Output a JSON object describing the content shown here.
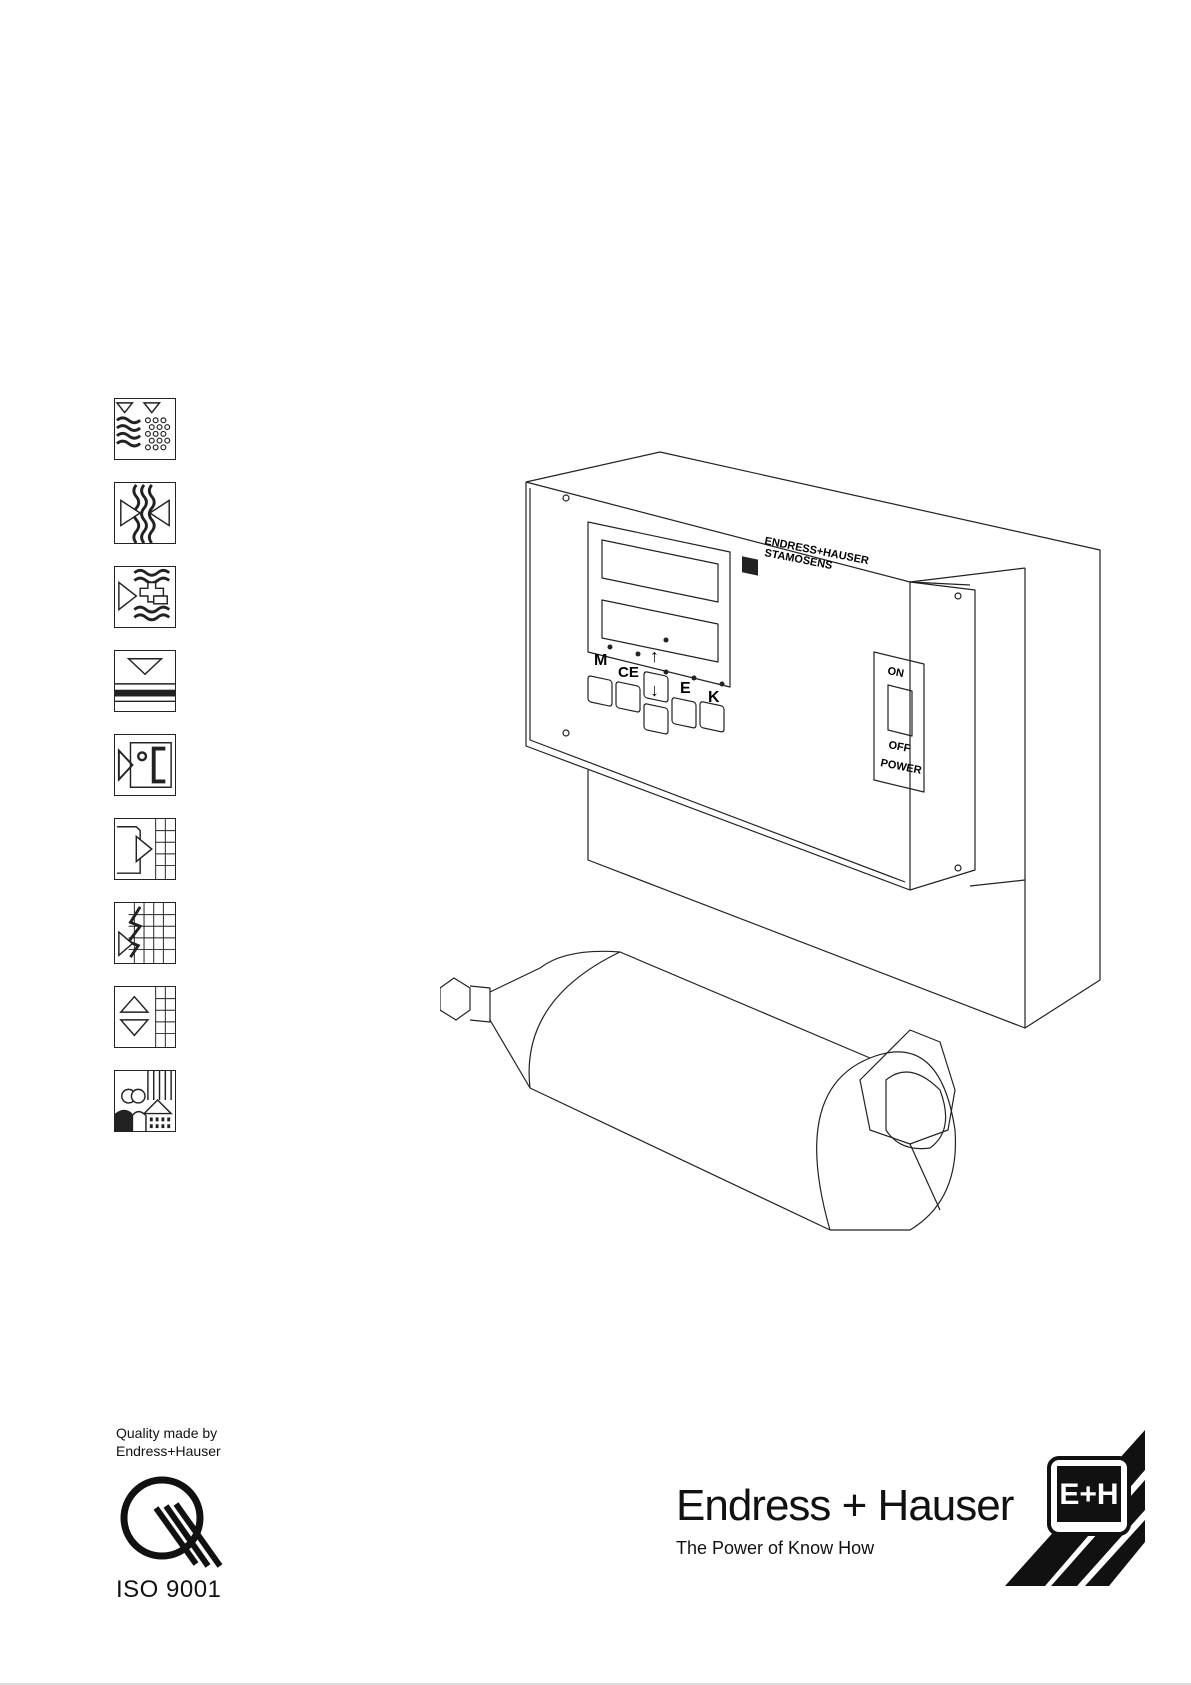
{
  "device": {
    "brand_line1": "ENDRESS+HAUSER",
    "brand_line2": "STAMOSENS",
    "keys": [
      "M",
      "CE",
      "↑",
      "↓",
      "E",
      "K"
    ],
    "power_on": "ON",
    "power_off": "OFF",
    "power_label": "POWER"
  },
  "quality": {
    "line1": "Quality made by",
    "line2": "Endress+Hauser",
    "iso": "ISO 9001"
  },
  "brand": {
    "name": "Endress + Hauser",
    "tagline": "The Power of Know How",
    "logo_text": "E+H"
  },
  "icons": [
    "level-icon",
    "flow-icon",
    "analysis-icon",
    "interface-icon",
    "temperature-icon",
    "recorder-icon",
    "data-icon",
    "limit-switch-icon",
    "service-icon"
  ]
}
